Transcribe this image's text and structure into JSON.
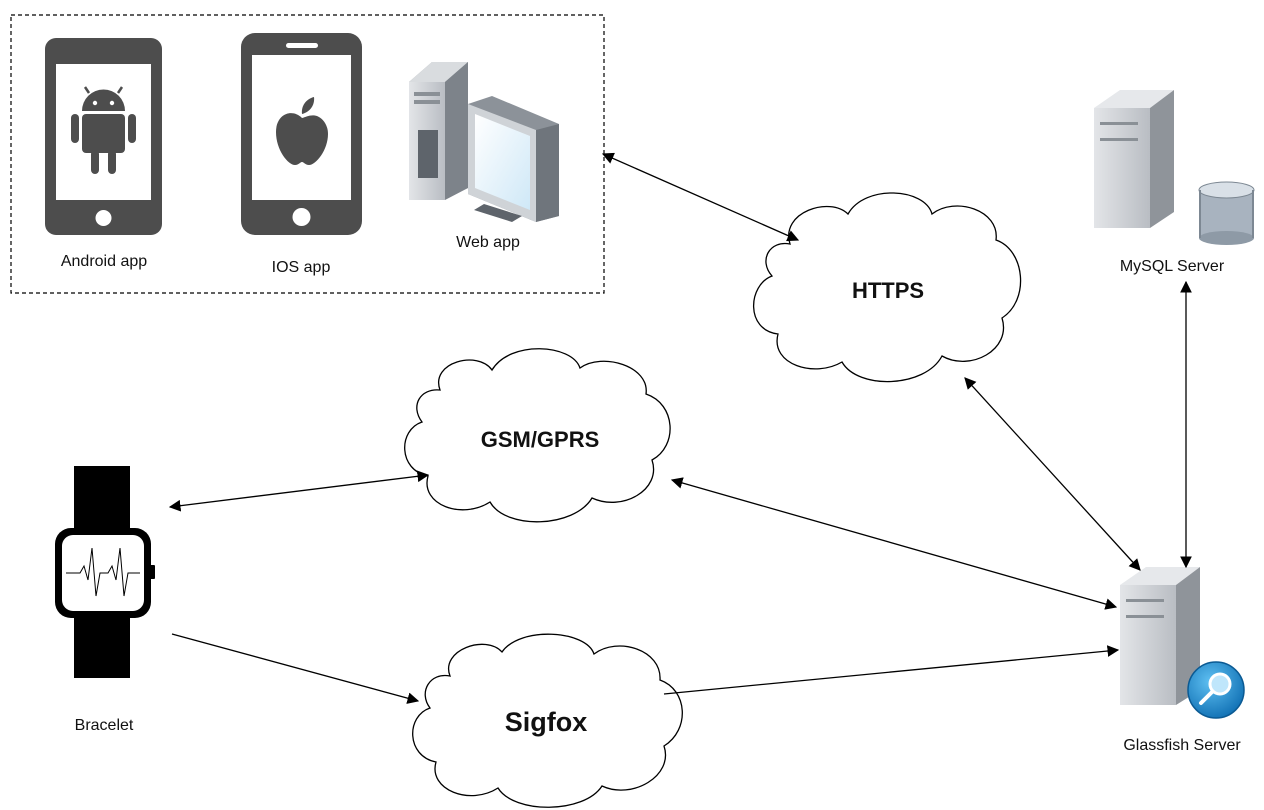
{
  "clients": {
    "android_label": "Android app",
    "ios_label": "IOS app",
    "web_label": "Web app"
  },
  "clouds": {
    "https": "HTTPS",
    "gsm": "GSM/GPRS",
    "sigfox": "Sigfox"
  },
  "servers": {
    "mysql_label": "MySQL Server",
    "glassfish_label": "Glassfish Server"
  },
  "device": {
    "bracelet_label": "Bracelet"
  },
  "icons": {
    "android": "android-icon",
    "apple": "apple-icon",
    "web": "web-computer-icon",
    "database": "database-icon",
    "search": "search-icon",
    "watch": "smartwatch-icon"
  },
  "colors": {
    "device_dark": "#4d4d4d",
    "server_body": "#c8cbd0",
    "server_shade": "#8f949a",
    "search_badge": "#1d8fd6",
    "line": "#000000"
  },
  "connections": [
    {
      "from": "clients",
      "to": "HTTPS",
      "bidirectional": true
    },
    {
      "from": "HTTPS",
      "to": "Glassfish Server",
      "bidirectional": true
    },
    {
      "from": "Bracelet",
      "to": "GSM/GPRS",
      "bidirectional": true
    },
    {
      "from": "GSM/GPRS",
      "to": "Glassfish Server",
      "bidirectional": true
    },
    {
      "from": "Bracelet",
      "to": "Sigfox",
      "bidirectional": false
    },
    {
      "from": "Sigfox",
      "to": "Glassfish Server",
      "bidirectional": false
    },
    {
      "from": "MySQL Server",
      "to": "Glassfish Server",
      "bidirectional": true
    }
  ]
}
